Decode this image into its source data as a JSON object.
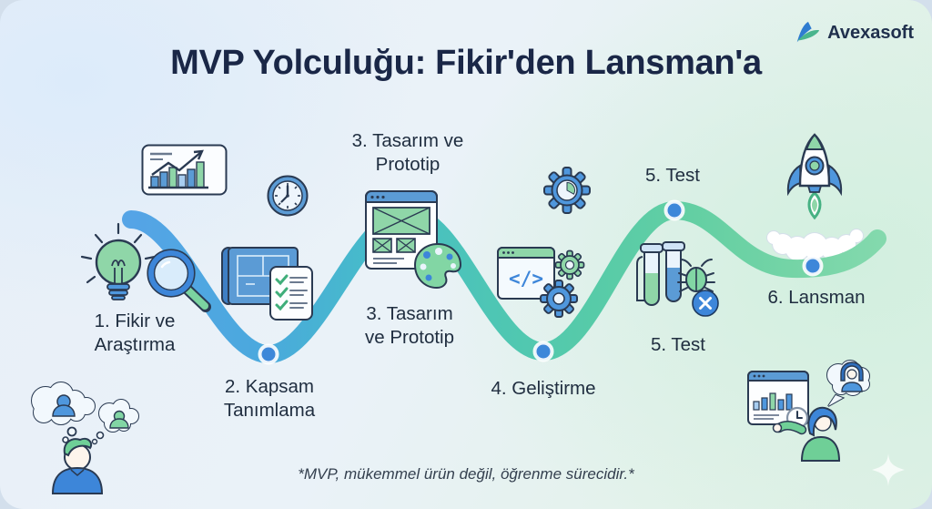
{
  "header": {
    "title": "MVP Yolculuğu: Fikir'den Lansman'a"
  },
  "brand": {
    "name": "Avexasoft"
  },
  "steps": {
    "step1": {
      "label": "1. Fikir ve\nAraştırma"
    },
    "step2": {
      "label": "2. Kapsam\nTanımlama"
    },
    "step3": {
      "label_top": "3. Tasarım ve\nPrototip",
      "label_bottom": "3. Tasarım\nve Prototip"
    },
    "step4": {
      "label": "4. Geliştirme"
    },
    "step5": {
      "label_top": "5. Test",
      "label_bottom": "5. Test"
    },
    "step6": {
      "label": "6. Lansman"
    }
  },
  "footer": {
    "note": "*MVP, mükemmel ürün değil, öğrenme sürecidir.*"
  },
  "icons": [
    "avexasoft-logo-icon",
    "analytics-chart-icon",
    "clock-icon",
    "lightbulb-icon",
    "magnifier-icon",
    "blueprint-icon",
    "checklist-icon",
    "wireframe-window-icon",
    "palette-icon",
    "gear-clock-icon",
    "code-window-icon",
    "gear-icon",
    "test-tubes-icon",
    "bug-x-icon",
    "rocket-icon",
    "launch-clouds-icon",
    "thinking-person-icon",
    "thought-bubbles-icon",
    "feedback-dashboard-icon",
    "feedback-clock-icon",
    "user-speech-bubble-icon",
    "presenting-woman-icon",
    "sparkle-icon"
  ],
  "colors": {
    "title": "#1a2747",
    "label": "#202e40",
    "path_start_blue": "#55a4e6",
    "path_mid_teal": "#4fc7b2",
    "path_end_green": "#83d9ad",
    "node_blue": "#3d87d9",
    "icon_blue": "#4f97dd",
    "icon_green": "#85d6a6",
    "outline_navy": "#2a3a52"
  }
}
